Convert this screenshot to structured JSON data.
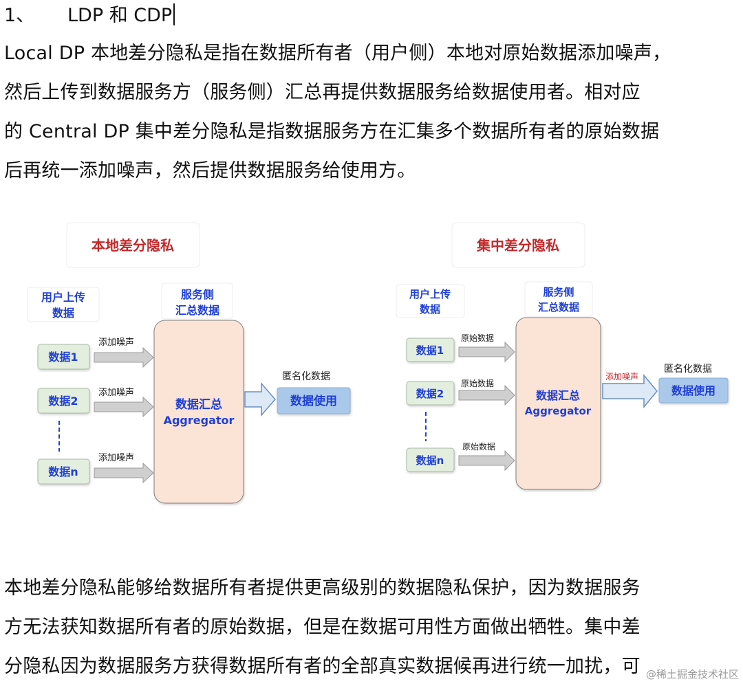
{
  "heading": {
    "number": "1、",
    "title": "LDP 和 CDP"
  },
  "intro_lines": [
    "Local DP 本地差分隐私是指在数据所有者（用户侧）本地对原始数据添加噪声，",
    "然后上传到数据服务方（服务侧）汇总再提供数据服务给数据使用者。相对应",
    "的 Central DP 集中差分隐私是指数据服务方在汇集多个数据所有者的原始数据",
    "后再统一添加噪声，然后提供数据服务给使用方。"
  ],
  "diagrams": {
    "ldp": {
      "title": "本地差分隐私",
      "user_label": [
        "用户上传",
        "数据"
      ],
      "server_label": [
        "服务侧",
        "汇总数据"
      ],
      "items": [
        "数据1",
        "数据2",
        "数据n"
      ],
      "arrow_labels": [
        "添加噪声",
        "添加噪声",
        "添加噪声"
      ],
      "aggregator": [
        "数据汇总",
        "Aggregator"
      ],
      "output_label": "匿名化数据",
      "output_box": "数据使用"
    },
    "cdp": {
      "title": "集中差分隐私",
      "user_label": [
        "用户上传",
        "数据"
      ],
      "server_label": [
        "服务侧",
        "汇总数据"
      ],
      "items": [
        "数据1",
        "数据2",
        "数据n"
      ],
      "arrow_labels": [
        "原始数据",
        "原始数据",
        "原始数据"
      ],
      "aggregator": [
        "数据汇总",
        "Aggregator"
      ],
      "noise_label": "添加噪声",
      "output_label": "匿名化数据",
      "output_box": "数据使用"
    }
  },
  "conclusion_lines": [
    "本地差分隐私能够给数据所有者提供更高级别的数据隐私保护，因为数据服务",
    "方无法获知数据所有者的原始数据，但是在数据可用性方面做出牺牲。集中差",
    "分隐私因为数据服务方获得数据所有者的全部真实数据候再进行统一加扰，可"
  ],
  "watermark": "@稀土掘金技术社区",
  "colors": {
    "title_red": "#c0282a",
    "label_blue": "#1f3fd6",
    "box_green": "#e3eedf",
    "aggregator_fill": "#fbe3d6",
    "output_fill": "#a9c8ea",
    "arrow_gray": "#cfcfcf"
  }
}
